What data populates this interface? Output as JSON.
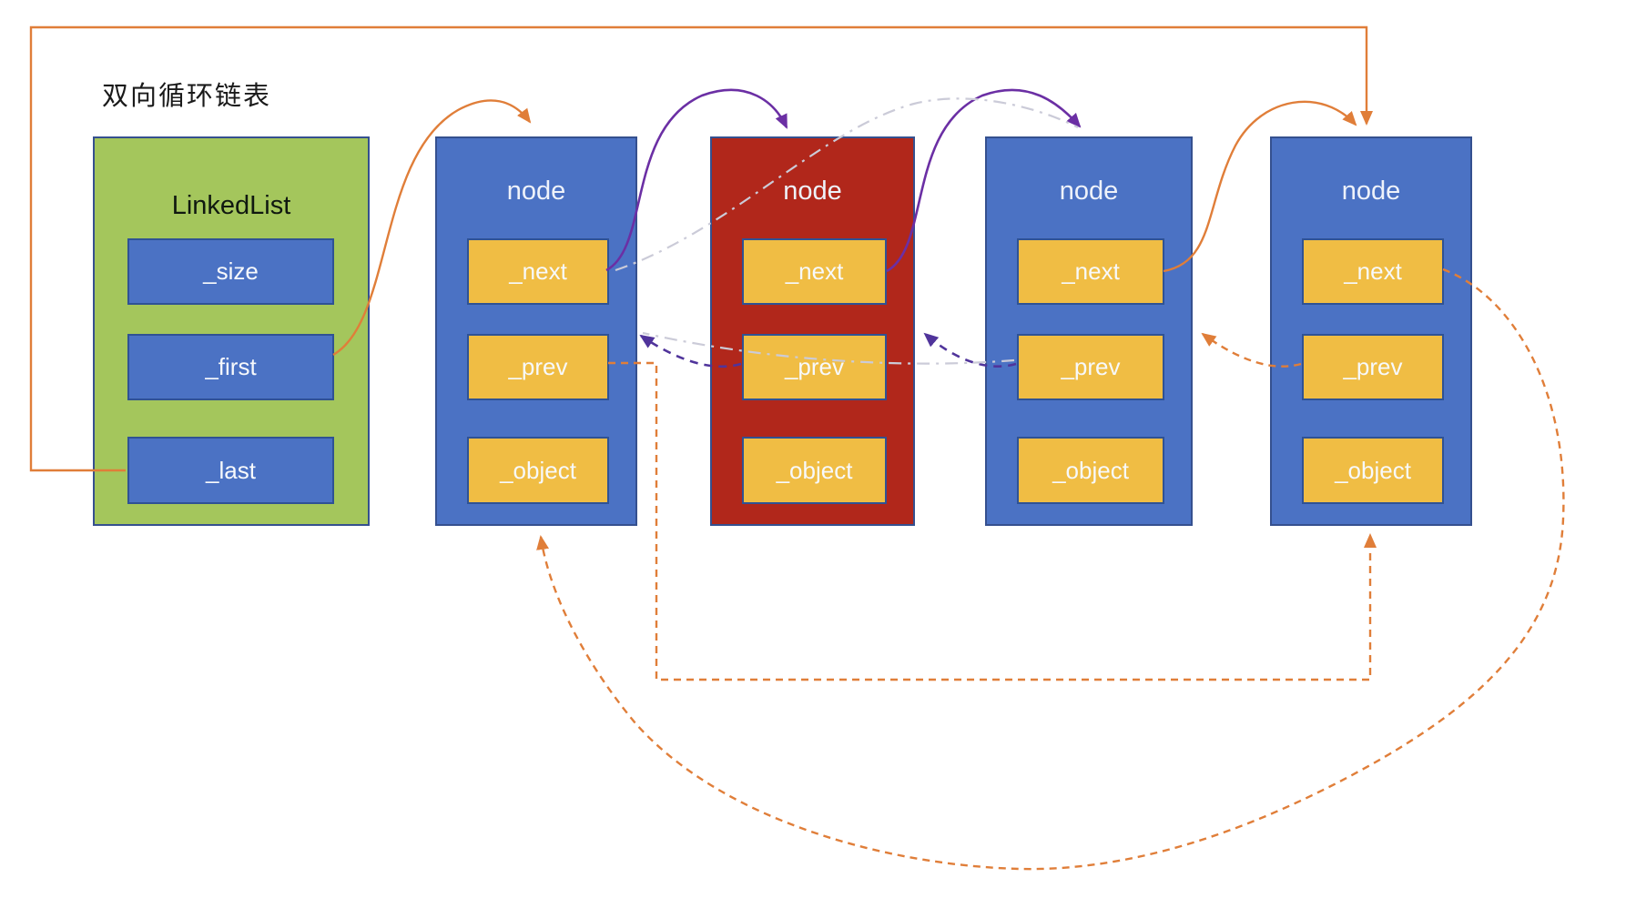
{
  "diagram_title": "双向循环链表",
  "linkedlist": {
    "title": "LinkedList",
    "fields": [
      "_size",
      "_first",
      "_last"
    ]
  },
  "nodes": [
    {
      "title": "node",
      "highlight": false,
      "fields": [
        "_next",
        "_prev",
        "_object"
      ]
    },
    {
      "title": "node",
      "highlight": true,
      "fields": [
        "_next",
        "_prev",
        "_object"
      ]
    },
    {
      "title": "node",
      "highlight": false,
      "fields": [
        "_next",
        "_prev",
        "_object"
      ]
    },
    {
      "title": "node",
      "highlight": false,
      "fields": [
        "_next",
        "_prev",
        "_object"
      ]
    }
  ],
  "colors": {
    "list_box": "#a4c65c",
    "node_box": "#4b72c4",
    "node_box_highlight": "#b1271b",
    "field_blue": "#4b72c4",
    "field_yellow": "#f0bd44",
    "box_border": "#2f5294",
    "arrow_orange": "#e07e39",
    "arrow_purple": "#6b2fa4",
    "arrow_purple_dark": "#50349b",
    "arrow_gray": "#cbcbd8"
  },
  "edges": [
    {
      "name": "edge-last-to-node4-loop",
      "from": "LinkedList._last",
      "to": "node4",
      "style": "solid",
      "color": "orange"
    },
    {
      "name": "edge-first-to-node1",
      "from": "LinkedList._first",
      "to": "node1",
      "style": "solid",
      "color": "orange"
    },
    {
      "name": "edge-next-node1-node2",
      "from": "node1._next",
      "to": "node2",
      "style": "solid",
      "color": "purple"
    },
    {
      "name": "edge-next-node2-node3",
      "from": "node2._next",
      "to": "node3",
      "style": "solid",
      "color": "purple"
    },
    {
      "name": "edge-next-node3-node4",
      "from": "node3._next",
      "to": "node4",
      "style": "solid",
      "color": "orange"
    },
    {
      "name": "edge-prev-node2-node1",
      "from": "node2._prev",
      "to": "node1",
      "style": "dashed",
      "color": "purple"
    },
    {
      "name": "edge-prev-node3-node2",
      "from": "node3._prev",
      "to": "node2",
      "style": "dashed",
      "color": "purple"
    },
    {
      "name": "edge-prev-node4-node3",
      "from": "node4._prev",
      "to": "node3",
      "style": "dashed",
      "color": "orange"
    },
    {
      "name": "edge-skip-next-node1-node3",
      "from": "node1._next",
      "to": "node3",
      "style": "dashdot",
      "color": "gray"
    },
    {
      "name": "edge-skip-prev-node3-node1",
      "from": "node3._prev",
      "to": "node1",
      "style": "dashdot",
      "color": "gray"
    },
    {
      "name": "edge-circular-prev-node1-node4",
      "from": "node1._prev",
      "to": "node4",
      "style": "dashed",
      "color": "orange"
    },
    {
      "name": "edge-circular-next-node4-node1",
      "from": "node4._next",
      "to": "node1",
      "style": "dashed",
      "color": "orange"
    }
  ]
}
